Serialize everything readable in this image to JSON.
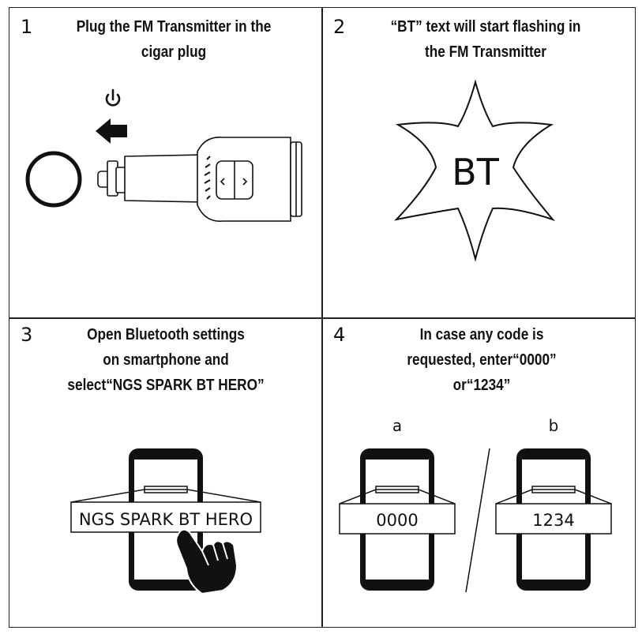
{
  "steps": [
    {
      "number": "1",
      "line1": "Plug the FM Transmitter in the",
      "line2": "cigar plug"
    },
    {
      "number": "2",
      "line1": "“BT” text will start flashing in",
      "line2": "the FM Transmitter",
      "display_text": "BT"
    },
    {
      "number": "3",
      "line1": "Open Bluetooth settings",
      "line2": "on smartphone and",
      "line3": "select“NGS SPARK BT HERO”",
      "device_name": "NGS SPARK BT HERO"
    },
    {
      "number": "4",
      "line1": "In case any code is",
      "line2": "requested, enter“0000”",
      "line3": "or“1234”",
      "option_a_label": "a",
      "option_b_label": "b",
      "code_a": "0000",
      "code_b": "1234"
    }
  ]
}
